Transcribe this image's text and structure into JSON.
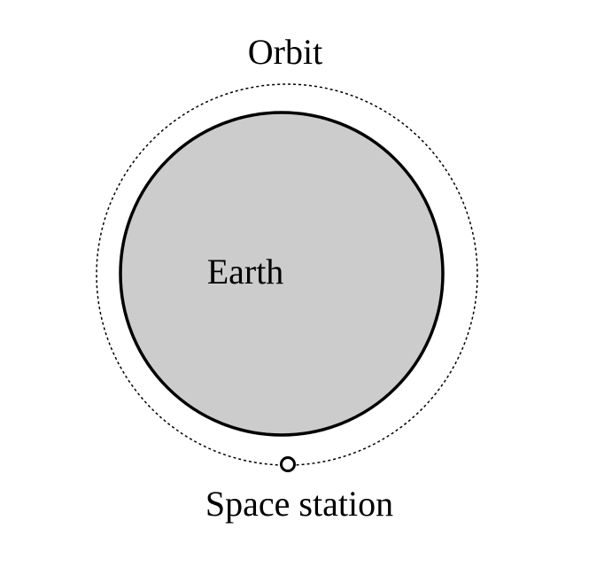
{
  "labels": {
    "orbit": "Orbit",
    "earth": "Earth",
    "station": "Space station"
  },
  "colors": {
    "earth_fill": "#cccccc",
    "stroke": "#000000",
    "background": "#ffffff"
  }
}
